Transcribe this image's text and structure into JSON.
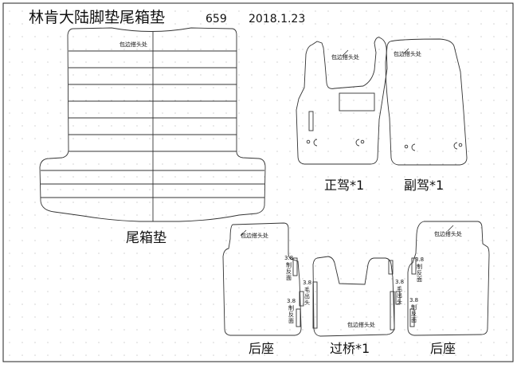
{
  "header": {
    "title": "林肯大陆脚垫尾箱垫",
    "code": "659",
    "date": "2018.1.23"
  },
  "pieces": {
    "trunk": {
      "label": "尾箱垫",
      "note": "包边搭头处"
    },
    "driver": {
      "label": "正驾*1",
      "note": "包边搭头处"
    },
    "passenger": {
      "label": "副驾*1",
      "note": "包边搭头处"
    },
    "rear_left": {
      "label": "后座",
      "note": "包边搭头处",
      "anno1": [
        "3.8",
        "制",
        "反",
        "面"
      ],
      "anno2": [
        "3.8",
        "毛",
        "出",
        "头"
      ],
      "anno3": [
        "3.8",
        "制",
        "反",
        "面"
      ]
    },
    "bridge": {
      "label": "过桥*1",
      "note": "包边搭头处"
    },
    "rear_right": {
      "label": "后座",
      "note": "包边搭头处",
      "anno1": [
        "3.8",
        "制",
        "反",
        "面"
      ],
      "anno2": [
        "3.8",
        "毛",
        "出",
        "头"
      ],
      "anno3": [
        "3.8",
        "制",
        "反",
        "面"
      ]
    }
  },
  "colors": {
    "line": "#333333",
    "dot": "#9a9a9a",
    "frame": "#222222"
  }
}
